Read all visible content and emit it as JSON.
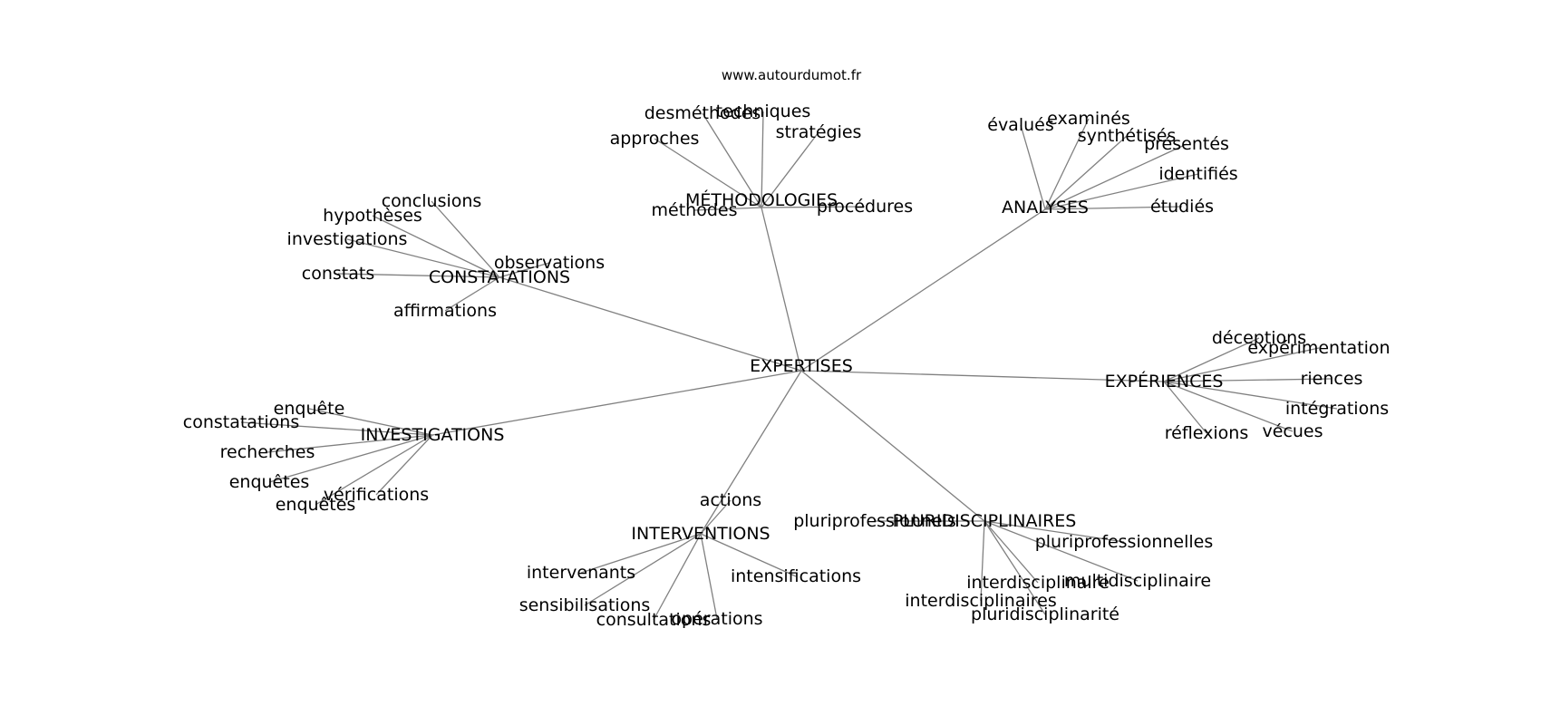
{
  "watermark": "www.autourdumot.fr",
  "center": "EXPERTISES",
  "clusters": [
    {
      "label": "MÉTHODOLOGIES",
      "leaves": [
        "desméthodes",
        "techniques",
        "approches",
        "stratégies",
        "méthodes",
        "procédures"
      ]
    },
    {
      "label": "ANALYSES",
      "leaves": [
        "évalués",
        "examinés",
        "synthétisés",
        "présentés",
        "identifiés",
        "étudiés"
      ]
    },
    {
      "label": "CONSTATATIONS",
      "leaves": [
        "conclusions",
        "hypothèses",
        "investigations",
        "observations",
        "constats",
        "affirmations"
      ]
    },
    {
      "label": "EXPÉRIENCES",
      "leaves": [
        "déceptions",
        "expérimentation",
        "riences",
        "intégrations",
        "vécues",
        "réflexions"
      ]
    },
    {
      "label": "INVESTIGATIONS",
      "leaves": [
        "enquête",
        "constatations",
        "recherches",
        "enquêtes",
        "vérifications",
        "enquêtes"
      ]
    },
    {
      "label": "INTERVENTIONS",
      "leaves": [
        "actions",
        "intervenants",
        "intensifications",
        "sensibilisations",
        "consultations",
        "opérations"
      ]
    },
    {
      "label": "PLURIDISCIPLINAIRES",
      "leaves": [
        "pluriprofessionnels",
        "pluriprofessionnelles",
        "interdisciplinaire",
        "multidisciplinaire",
        "interdisciplinaires",
        "pluridisciplinarité"
      ]
    }
  ]
}
